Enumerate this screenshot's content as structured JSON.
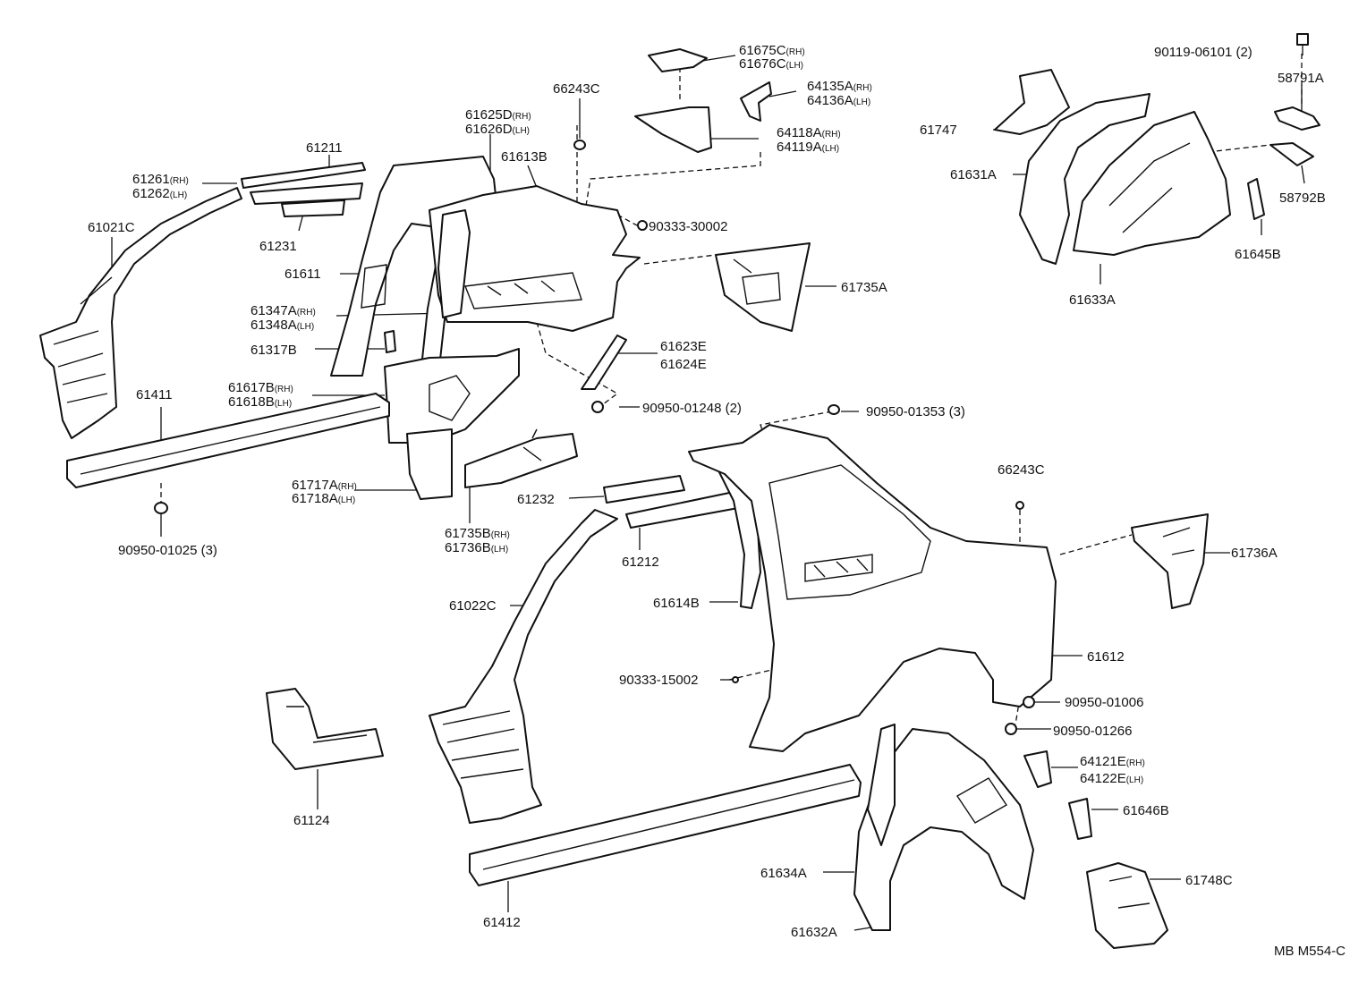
{
  "diagram_id": "MB M554-C",
  "labels": [
    {
      "id": "l61675C",
      "text": "61675C",
      "suffix": "(RH)"
    },
    {
      "id": "l61676C",
      "text": "61676C",
      "suffix": "(LH)"
    },
    {
      "id": "l90119",
      "text": "90119-06101 (2)"
    },
    {
      "id": "l66243C_top",
      "text": "66243C"
    },
    {
      "id": "l64135A",
      "text": "64135A",
      "suffix": "(RH)"
    },
    {
      "id": "l64136A",
      "text": "64136A",
      "suffix": "(LH)"
    },
    {
      "id": "l58791A",
      "text": "58791A"
    },
    {
      "id": "l61625D",
      "text": "61625D",
      "suffix": "(RH)"
    },
    {
      "id": "l61626D",
      "text": "61626D",
      "suffix": "(LH)"
    },
    {
      "id": "l64118A",
      "text": "64118A",
      "suffix": "(RH)"
    },
    {
      "id": "l64119A",
      "text": "64119A",
      "suffix": "(LH)"
    },
    {
      "id": "l61747",
      "text": "61747"
    },
    {
      "id": "l61211",
      "text": "61211"
    },
    {
      "id": "l61613B",
      "text": "61613B"
    },
    {
      "id": "l61631A",
      "text": "61631A"
    },
    {
      "id": "l58792B",
      "text": "58792B"
    },
    {
      "id": "l61261",
      "text": "61261",
      "suffix": "(RH)"
    },
    {
      "id": "l61262",
      "text": "61262",
      "suffix": "(LH)"
    },
    {
      "id": "l61021C",
      "text": "61021C"
    },
    {
      "id": "l90333_30002",
      "text": "90333-30002"
    },
    {
      "id": "l61231",
      "text": "61231"
    },
    {
      "id": "l61645B",
      "text": "61645B"
    },
    {
      "id": "l61611",
      "text": "61611"
    },
    {
      "id": "l61735A",
      "text": "61735A"
    },
    {
      "id": "l61633A",
      "text": "61633A"
    },
    {
      "id": "l61347A",
      "text": "61347A",
      "suffix": "(RH)"
    },
    {
      "id": "l61348A",
      "text": "61348A",
      "suffix": "(LH)"
    },
    {
      "id": "l61317B",
      "text": "61317B"
    },
    {
      "id": "l61623E",
      "text": "61623E"
    },
    {
      "id": "l61624E",
      "text": "61624E"
    },
    {
      "id": "l61617B",
      "text": "61617B",
      "suffix": "(RH)"
    },
    {
      "id": "l61618B",
      "text": "61618B",
      "suffix": "(LH)"
    },
    {
      "id": "l61411",
      "text": "61411"
    },
    {
      "id": "l90950_01248",
      "text": "90950-01248 (2)"
    },
    {
      "id": "l90950_01353",
      "text": "90950-01353 (3)"
    },
    {
      "id": "l66243C_mid",
      "text": "66243C"
    },
    {
      "id": "l61717A",
      "text": "61717A",
      "suffix": "(RH)"
    },
    {
      "id": "l61718A",
      "text": "61718A",
      "suffix": "(LH)"
    },
    {
      "id": "l61232",
      "text": "61232"
    },
    {
      "id": "l61735B",
      "text": "61735B",
      "suffix": "(RH)"
    },
    {
      "id": "l61736B",
      "text": "61736B",
      "suffix": "(LH)"
    },
    {
      "id": "l90950_01025",
      "text": "90950-01025 (3)"
    },
    {
      "id": "l61212",
      "text": "61212"
    },
    {
      "id": "l61736A",
      "text": "61736A"
    },
    {
      "id": "l61022C",
      "text": "61022C"
    },
    {
      "id": "l61614B",
      "text": "61614B"
    },
    {
      "id": "l61612",
      "text": "61612"
    },
    {
      "id": "l90333_15002",
      "text": "90333-15002"
    },
    {
      "id": "l90950_01006",
      "text": "90950-01006"
    },
    {
      "id": "l90950_01266",
      "text": "90950-01266"
    },
    {
      "id": "l64121E",
      "text": "64121E",
      "suffix": "(RH)"
    },
    {
      "id": "l64122E",
      "text": "64122E",
      "suffix": "(LH)"
    },
    {
      "id": "l61124",
      "text": "61124"
    },
    {
      "id": "l61646B",
      "text": "61646B"
    },
    {
      "id": "l61634A",
      "text": "61634A"
    },
    {
      "id": "l61748C",
      "text": "61748C"
    },
    {
      "id": "l61412",
      "text": "61412"
    },
    {
      "id": "l61632A",
      "text": "61632A"
    }
  ]
}
